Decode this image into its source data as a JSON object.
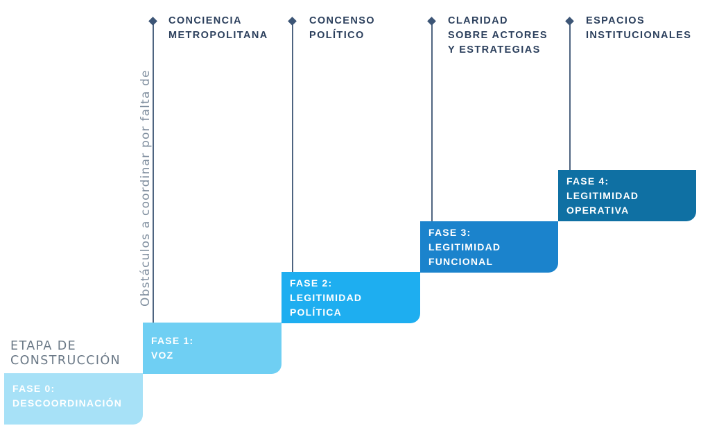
{
  "side_label": "Obstáculos a coordinar por falta de",
  "stage_label": [
    "ETAPA DE",
    "CONSTRUCCIÓN"
  ],
  "phases": [
    {
      "lines": [
        "FASE 0:",
        "DESCOORDINACIÓN"
      ],
      "color": "#a7e1f7"
    },
    {
      "lines": [
        "FASE 1:",
        "VOZ"
      ],
      "color": "#6fcff3"
    },
    {
      "lines": [
        "FASE 2:",
        "LEGITIMIDAD",
        "POLÍTICA"
      ],
      "color": "#1eaef0"
    },
    {
      "lines": [
        "FASE 3:",
        "LEGITIMIDAD",
        "FUNCIONAL"
      ],
      "color": "#1b83cc"
    },
    {
      "lines": [
        "FASE 4:",
        "LEGITIMIDAD",
        "OPERATIVA"
      ],
      "color": "#0f70a3"
    }
  ],
  "obstacles": [
    {
      "lines": [
        "CONCIENCIA",
        "METROPOLITANA"
      ]
    },
    {
      "lines": [
        "CONCENSO",
        "POLÍTICO"
      ]
    },
    {
      "lines": [
        "CLARIDAD",
        "SOBRE ACTORES",
        "Y ESTRATEGIAS"
      ]
    },
    {
      "lines": [
        "ESPACIOS",
        "INSTITUCIONALES"
      ]
    }
  ]
}
